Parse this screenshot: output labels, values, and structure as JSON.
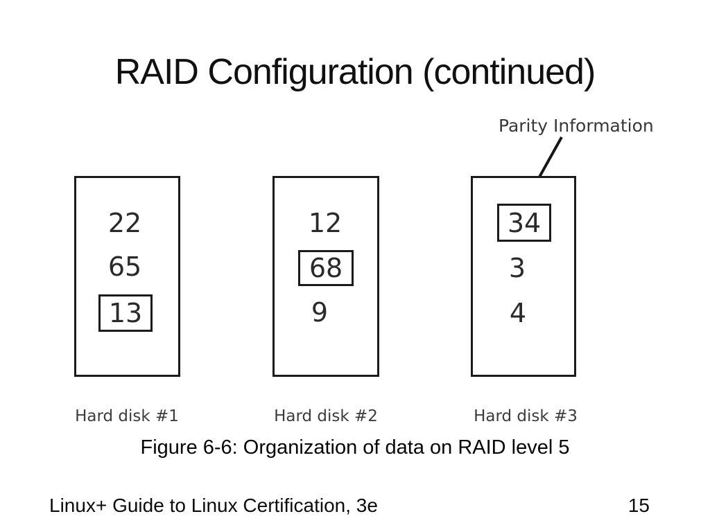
{
  "slide": {
    "title": "RAID Configuration (continued)",
    "caption": "Figure 6-6: Organization of data on RAID level 5",
    "footer": {
      "left": "Linux+ Guide to Linux Certification, 3e",
      "page": "15"
    }
  },
  "figure": {
    "parity_label": "Parity Information",
    "pointer_line": "parity-label-to-boxed-34",
    "ink_color": "#1b1b1b",
    "disks": [
      {
        "label": "Hard disk #1",
        "cells": [
          {
            "value": "22",
            "boxed": false
          },
          {
            "value": "65",
            "boxed": false
          },
          {
            "value": "13",
            "boxed": true
          }
        ]
      },
      {
        "label": "Hard disk #2",
        "cells": [
          {
            "value": "12",
            "boxed": false
          },
          {
            "value": "68",
            "boxed": true
          },
          {
            "value": "9",
            "boxed": false
          }
        ]
      },
      {
        "label": "Hard disk #3",
        "cells": [
          {
            "value": "34",
            "boxed": true
          },
          {
            "value": "3",
            "boxed": false
          },
          {
            "value": "4",
            "boxed": false
          }
        ]
      }
    ]
  }
}
